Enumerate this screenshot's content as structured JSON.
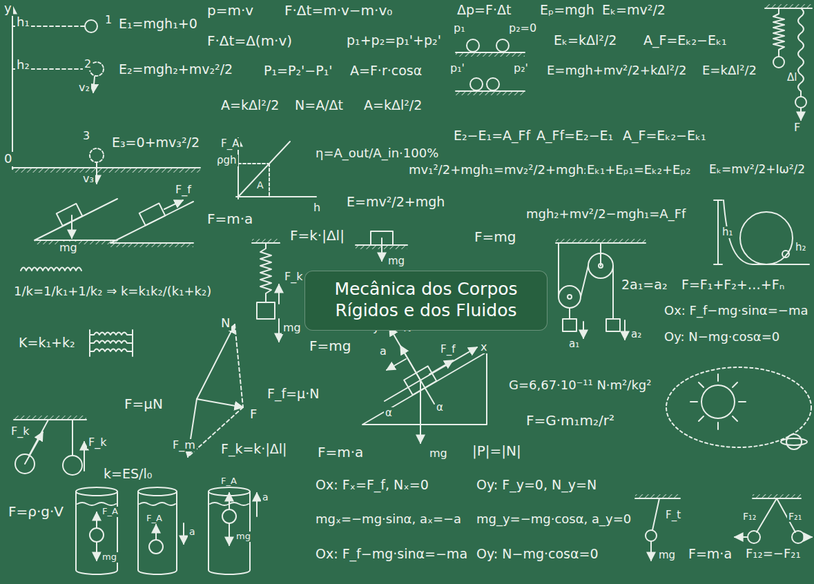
{
  "diagram": {
    "nodes": [
      {
        "text": [
          "Mecânica dos Corpos Rígidos e dos Fluidos"
        ]
      }
    ],
    "labels": [
      "y",
      "h₁",
      "1",
      "E₁=mgh₁+0",
      "h₂",
      "2",
      "E₂=mgh₂+mv₂²/2",
      "v₂",
      "3",
      "E₃=0+mv₃²/2",
      "0",
      "v₃",
      "p=m·v",
      "F·Δt=m·v−m·v₀",
      "Δp=F·Δt",
      "Eₚ=mgh",
      "Eₖ=mv²/2",
      "F·Δt=Δ(m·v)",
      "p₁+p₂=p₁'+p₂'",
      "p₁",
      "p₂=0",
      "Eₖ=kΔl²/2",
      "A_F=Eₖ₂−Eₖ₁",
      "P₁=P₂'−P₁'",
      "A=F·r·cosα",
      "p₁'",
      "p₂'",
      "E=mgh+mv²/2+kΔl²/2",
      "E=kΔl²/2",
      "Δl",
      "F",
      "A=kΔl²/2",
      "N=A/Δt",
      "A=kΔl²/2",
      "F_A",
      "ρgh",
      "A",
      "h",
      "η=A_out/A_in·100%",
      "E₂−E₁=A_Ff",
      "A_Ff=E₂−E₁",
      "A_F=Eₖ₂−Eₖ₁",
      "mv₁²/2+mgh₁=mv₂²/2+mgh₂",
      "Eₖ₁+Eₚ₁=Eₖ₂+Eₚ₂",
      "Eₖ=mv²/2+Iω²/2",
      "F_f",
      "mg",
      "F=m·a",
      "E=mv²/2+mgh",
      "mgh₂+mv²/2−mgh₁=A_Ff",
      "h₁",
      "h₂",
      "F=k·|Δl|",
      "F=mg",
      "mg",
      "F_k",
      "mg",
      "1/k=1/k₁+1/k₂ ⇒ k=k₁k₂/(k₁+k₂)",
      "2a₁=a₂",
      "F=F₁+F₂+…+Fₙ",
      "Ox: F_f−mg·sinα=−ma",
      "Oy: N−mg·cosα=0",
      "a₁",
      "a₂",
      "K=k₁+k₂",
      "N",
      "F=mg",
      "y",
      "N",
      "a",
      "F_f",
      "x",
      "α",
      "α",
      "G=6,67·10⁻¹¹ N·m²/kg²",
      "F=G·m₁m₂/r²",
      "F_f=μ·N",
      "F=μN",
      "F",
      "F_k",
      "F_k",
      "F_m",
      "F_k=k·|Δl|",
      "F=m·a",
      "mg",
      "|P|=|N|",
      "k=ES/l₀",
      "F=ρ·g·V",
      "F_A",
      "mg",
      "F_A",
      "a",
      "F_A",
      "a",
      "mg",
      "Ox: Fₓ=F_f, Nₓ=0",
      "Oy: F_y=0, N_y=N",
      "mgₓ=−mg·sinα, aₓ=−a",
      "mg_y=−mg·cosα, a_y=0",
      "Ox: F_f−mg·sinα=−ma",
      "Oy: N−mg·cosα=0",
      "F_t",
      "mg",
      "F=m·a",
      "F₁₂=−F₂₁",
      "F₁₂",
      "F₂₁"
    ]
  }
}
